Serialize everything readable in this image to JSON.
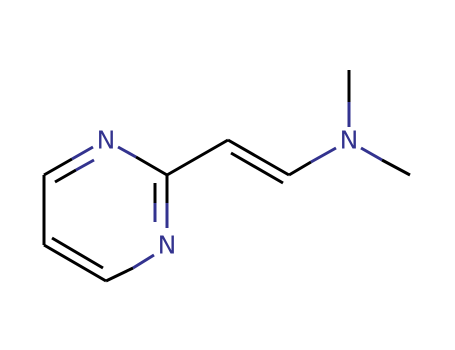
{
  "molecule": {
    "atoms": [
      {
        "id": "n1",
        "label": "N"
      },
      {
        "id": "n3",
        "label": "N"
      },
      {
        "id": "namine",
        "label": "N"
      }
    ]
  },
  "colors": {
    "bond": "#000000",
    "nitrogen": "#33338f",
    "background": "#ffffff"
  }
}
